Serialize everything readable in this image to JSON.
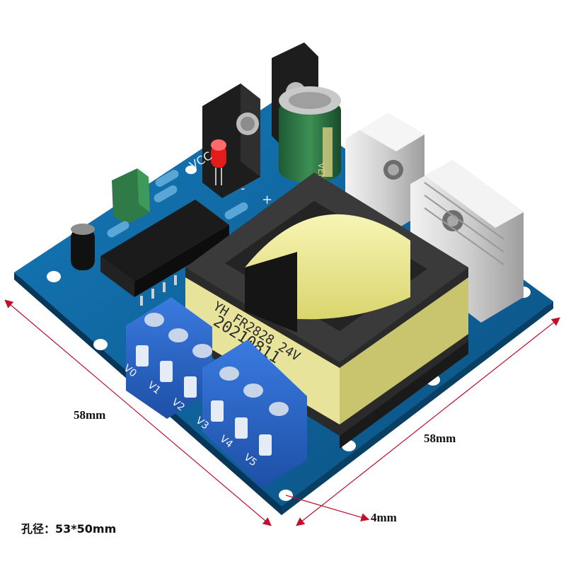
{
  "dimensions": {
    "left_edge_length": "58mm",
    "right_edge_length": "58mm",
    "mounting_hole_diameter": "4mm",
    "hole_spacing": "孔径：53*50mm"
  },
  "board": {
    "terminal_labels": [
      "V0",
      "V1",
      "V2",
      "V3",
      "V4",
      "V5"
    ],
    "power_input_marking": "VCC",
    "polarity_marks": [
      "-",
      "+"
    ],
    "transformer_marking_line1": "YH FR2828 24V",
    "transformer_marking_line2": "20210811",
    "capacitor_marking": "VENT"
  },
  "colors": {
    "pcb": "#0b5e95",
    "terminal_block": "#2c66c9",
    "transformer_tape": "#f1ee9a",
    "transformer_core": "#2a2a2a",
    "heatsink": "#d9d9d9",
    "dimension_arrow": "#c0102a",
    "led": "#e21b1b",
    "capacitor_film": "#2f7a46"
  }
}
